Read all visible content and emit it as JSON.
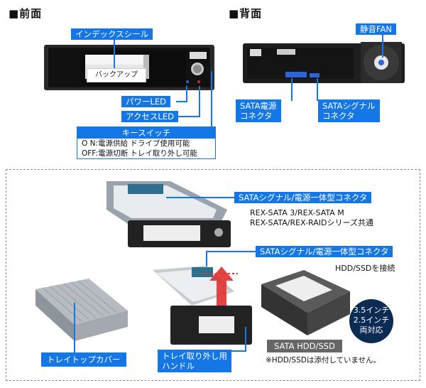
{
  "front": {
    "title": "■前面",
    "index_seal_label": "インデックスシール",
    "backup_label": "バックアップ",
    "power_led_label": "パワーLED",
    "access_led_label": "アクセスLED",
    "key_switch": {
      "title": "キースイッチ",
      "on_line": "O N:電源供給 ドライブ使用可能",
      "off_line": "OFF:電源切断 トレイ取り外し可能"
    }
  },
  "back": {
    "title": "■背面",
    "fan_label": "静音FAN",
    "sata_power_label": "SATA電源\nコネクタ",
    "sata_signal_label": "SATAシグナル\nコネクタ"
  },
  "lower": {
    "connector_label_1": "SATAシグナル/電源一体型コネクタ",
    "compat_line1": "REX-SATA 3/REX-SATA M",
    "compat_line2": "REX-SATA/REX-RAIDシリーズ共通",
    "connector_label_2": "SATAシグナル/電源一体型コネクタ",
    "hdd_connect": "HDD/SSDを接続",
    "inch_badge": [
      "3.5インチ",
      "2.5インチ",
      "両対応"
    ],
    "tray_cover_label": "トレイトップカバー",
    "handle_label": "トレイ取り外し用\nハンドル",
    "sata_hdd_label": "SATA HDD/SSD",
    "note": "※HDD/SSDは添付していません。"
  },
  "colors": {
    "accent": "#1577e6",
    "badge": "#0b2a54"
  }
}
